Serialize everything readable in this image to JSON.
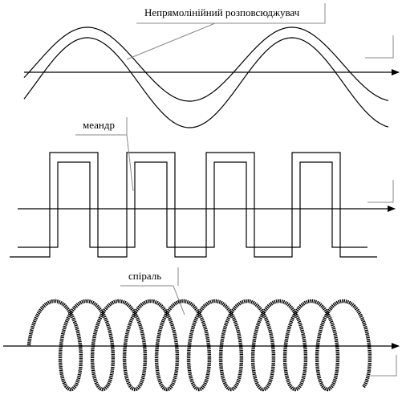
{
  "labels": {
    "nonlinear_distributor": "Непрямолінійний розповсюджувач",
    "meander": "меандр",
    "spiral": "спіраль"
  },
  "colors": {
    "stroke": "#000000",
    "callout": "#888888",
    "background": "#ffffff"
  }
}
